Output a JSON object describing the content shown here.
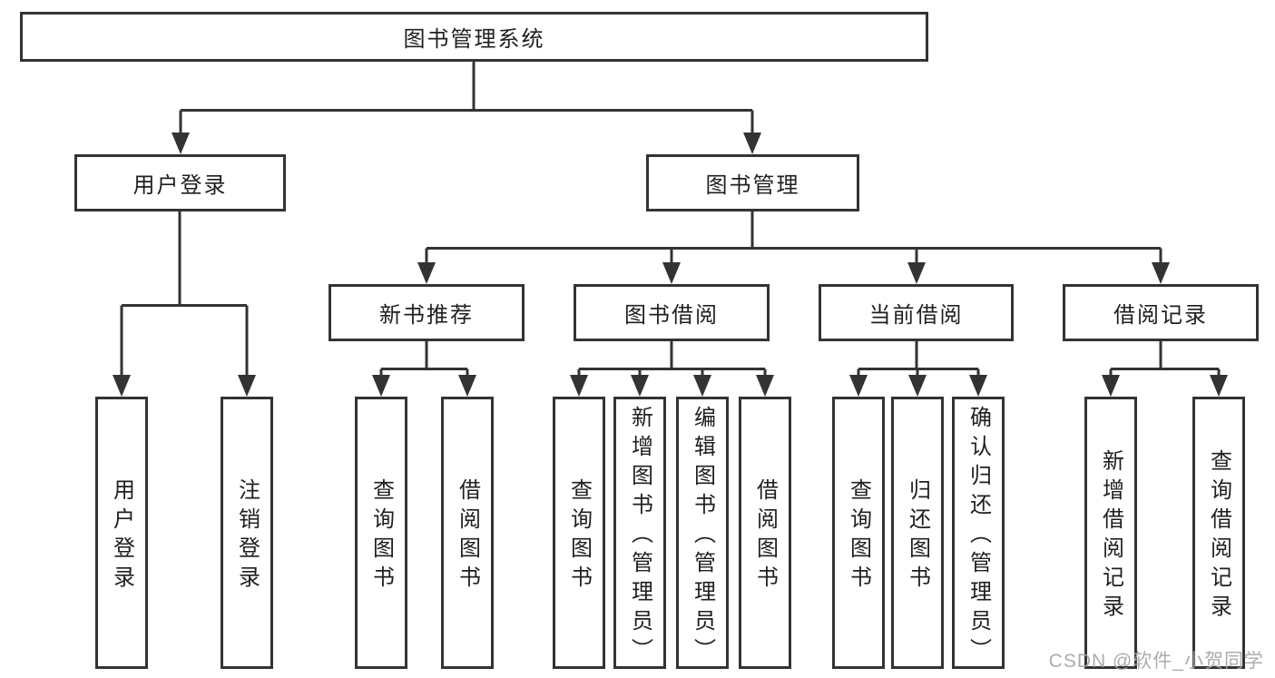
{
  "diagram_type": "hierarchy-tree",
  "colors": {
    "line": "#333333",
    "box_border": "#333333",
    "text": "#1f1f1f",
    "watermark": "#a5a5a5",
    "background": "#ffffff"
  },
  "tree": {
    "label": "图书管理系统",
    "children": [
      {
        "label": "用户登录",
        "children": [
          {
            "label": "用户登录"
          },
          {
            "label": "注销登录"
          }
        ]
      },
      {
        "label": "图书管理",
        "children": [
          {
            "label": "新书推荐",
            "children": [
              {
                "label": "查询图书"
              },
              {
                "label": "借阅图书"
              }
            ]
          },
          {
            "label": "图书借阅",
            "children": [
              {
                "label": "查询图书"
              },
              {
                "label": "新增图书（管理员）"
              },
              {
                "label": "编辑图书（管理员）"
              },
              {
                "label": "借阅图书"
              }
            ]
          },
          {
            "label": "当前借阅",
            "children": [
              {
                "label": "查询图书"
              },
              {
                "label": "归还图书"
              },
              {
                "label": "确认归还（管理员）"
              }
            ]
          },
          {
            "label": "借阅记录",
            "children": [
              {
                "label": "新增借阅记录"
              },
              {
                "label": "查询借阅记录"
              }
            ]
          }
        ]
      }
    ]
  },
  "watermark": "CSDN @软件_小贺同学"
}
